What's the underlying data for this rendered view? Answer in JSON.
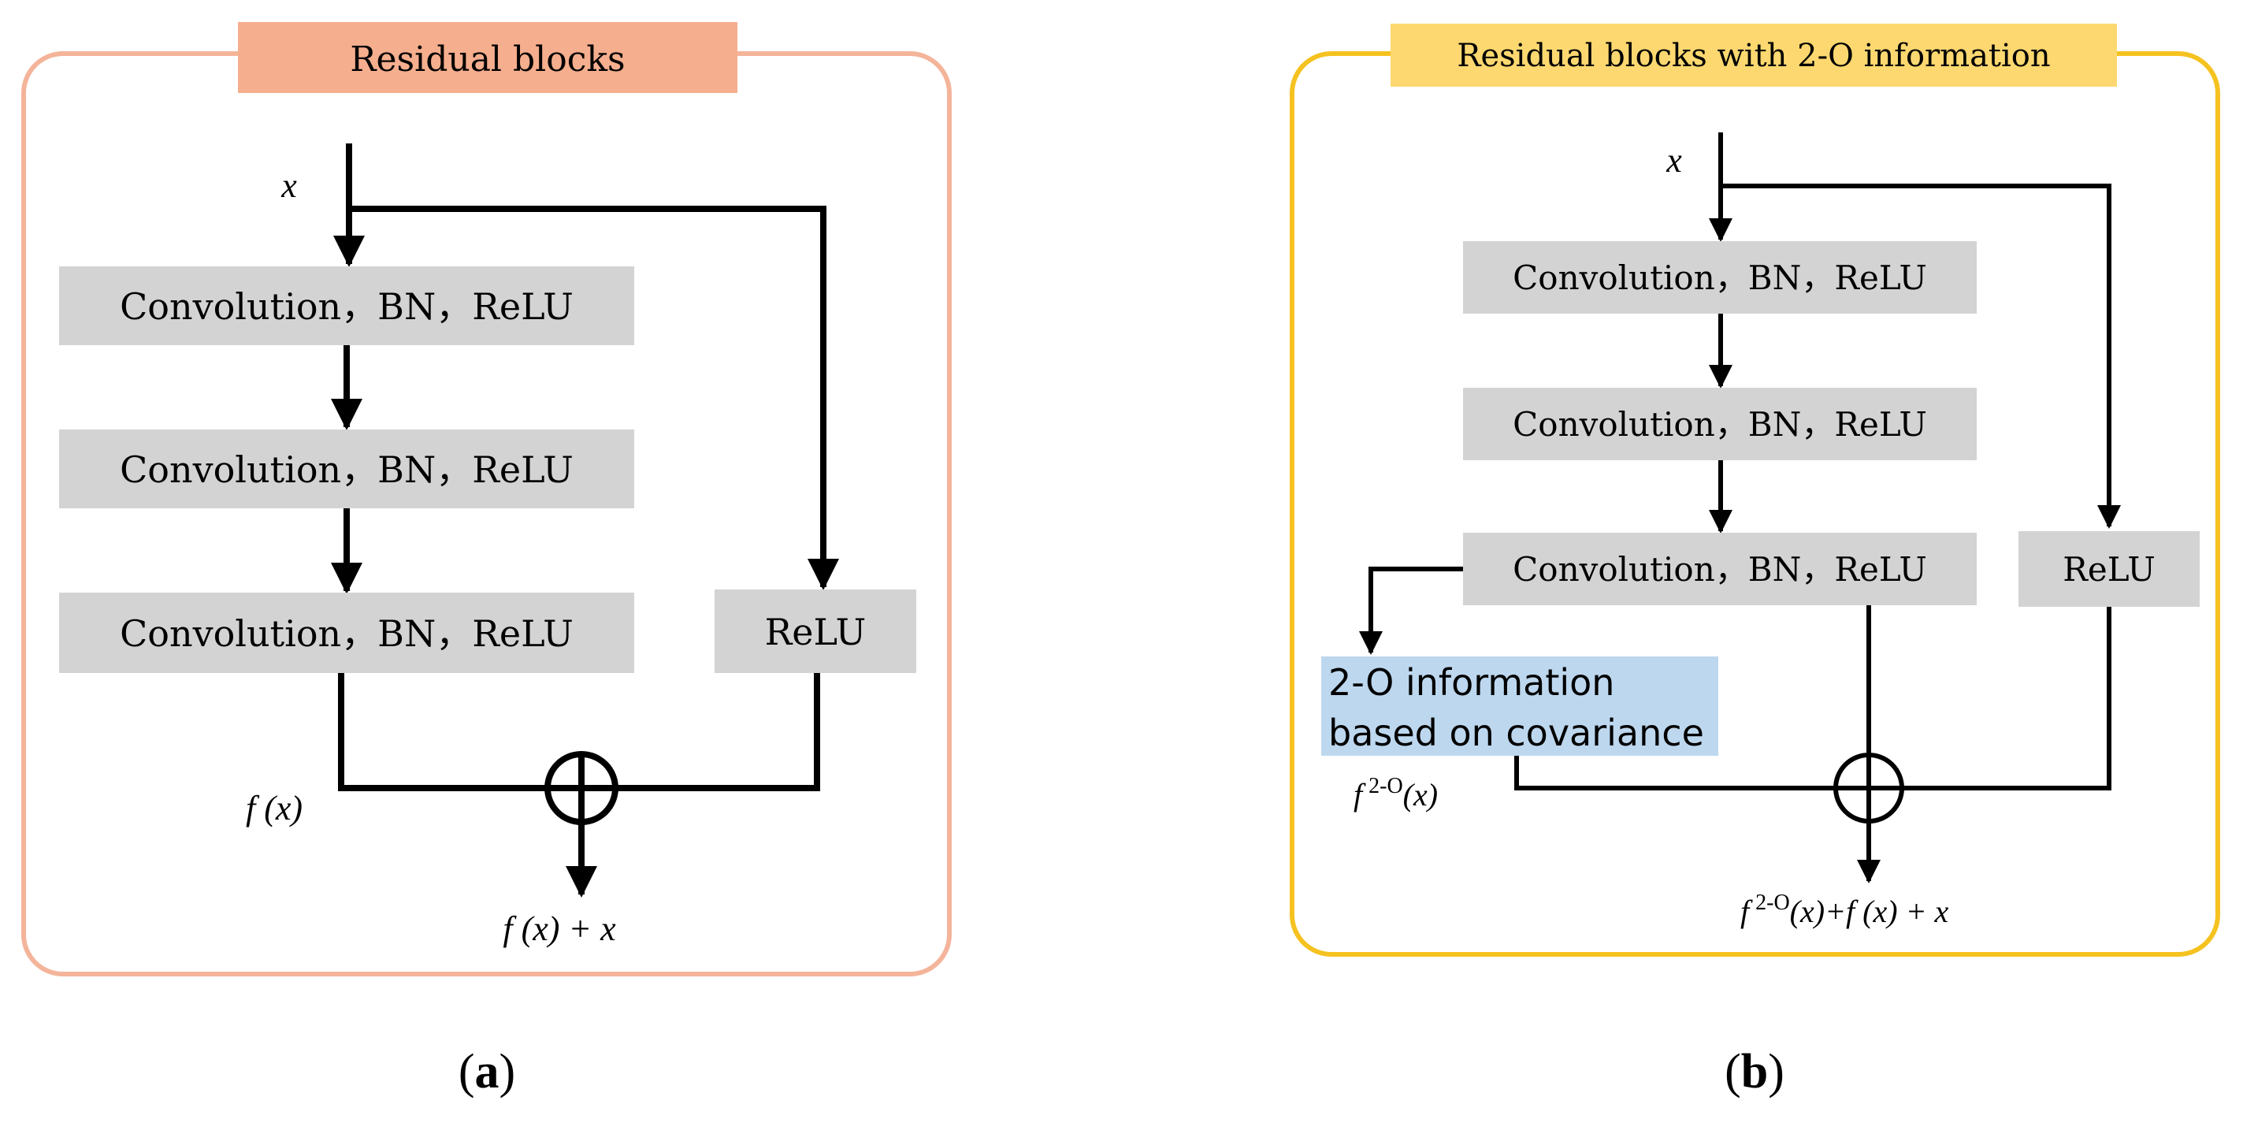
{
  "panel_a": {
    "title": "Residual blocks",
    "input_label": "x",
    "conv_block_1": "Convolution，BN，ReLU",
    "conv_block_2": "Convolution，BN，ReLU",
    "conv_block_3": "Convolution，BN，ReLU",
    "relu_block": "ReLU",
    "residual_label": "f (x)",
    "output_label": "f (x) + x",
    "caption_open": "(",
    "caption_letter": "a",
    "caption_close": ")"
  },
  "panel_b": {
    "title": "Residual blocks with 2-O information",
    "input_label": "x",
    "conv_block_1": "Convolution，BN，ReLU",
    "conv_block_2": "Convolution，BN，ReLU",
    "conv_block_3": "Convolution，BN，ReLU",
    "relu_block": "ReLU",
    "info_line_1": "2-O information",
    "info_line_2": "based on covariance",
    "f2o_f": "f",
    "f2o_sup": "2-O",
    "f2o_arg": "(x)",
    "output_f": "f",
    "output_sup": "2-O",
    "output_rest": "(x)+f (x) + x",
    "caption_open": "(",
    "caption_letter": "b",
    "caption_close": ")"
  },
  "colors": {
    "panel_a_border": "#F4B49A",
    "panel_a_title_bg": "#F5AE8E",
    "panel_b_border": "#F5C220",
    "panel_b_title_bg": "#FDD870",
    "block_fill": "#D3D3D3",
    "info_fill": "#BDD7EE",
    "line": "#000000"
  }
}
